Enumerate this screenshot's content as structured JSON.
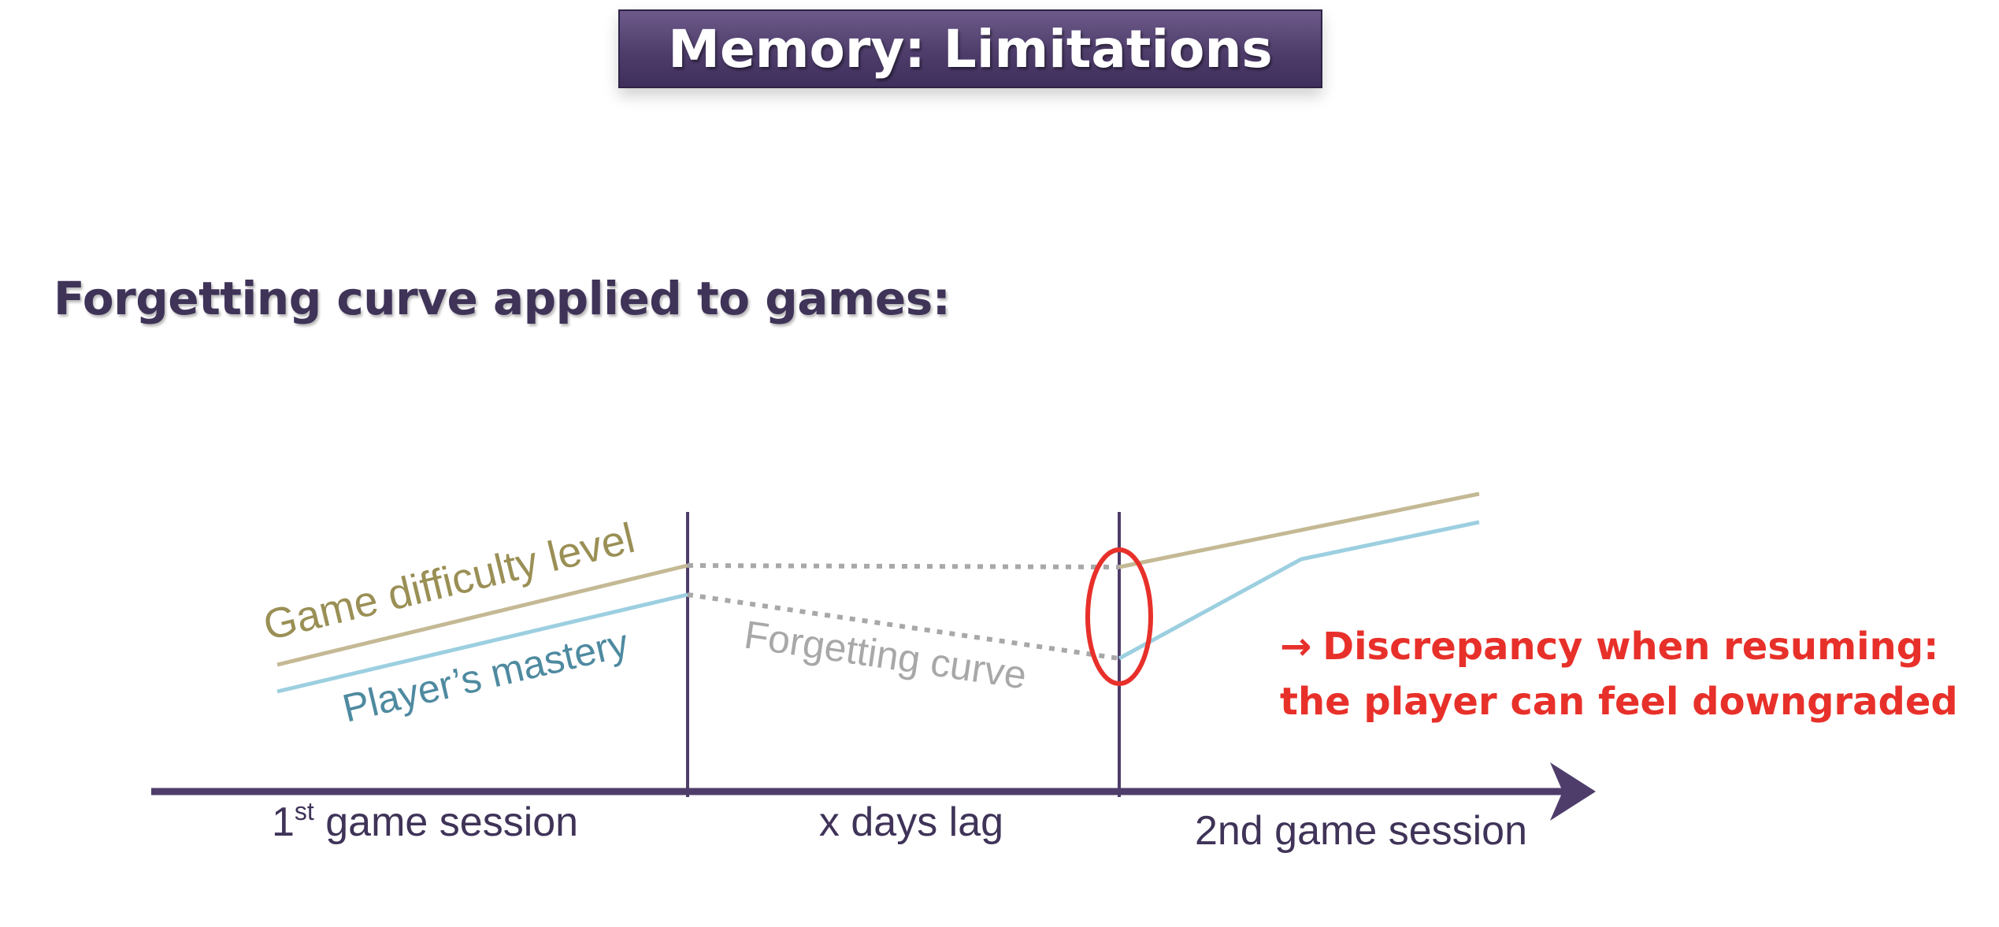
{
  "slide": {
    "title": "Memory: Limitations",
    "subtitle": "Forgetting curve applied to games:"
  },
  "diagram": {
    "curves": {
      "difficulty": "Game difficulty level",
      "mastery": "Player’s mastery",
      "forgetting": "Forgetting curve"
    },
    "sessions": {
      "first_number": "1",
      "first_suffix": "st",
      "first_rest": " game session",
      "lag": "x days lag",
      "second": "2nd game session"
    },
    "conclusion": {
      "arrow": "→",
      "line1": "Discrepancy when resuming:",
      "line2": "the player can feel downgraded"
    }
  },
  "colors": {
    "title_bg": "#4e3d6b",
    "text_dark": "#3f3358",
    "axis": "#4e3d6b",
    "difficulty": "#c4b994",
    "difficulty_label": "#9a8f55",
    "mastery": "#9ccfe0",
    "mastery_label": "#4e8aa0",
    "forgetting": "#a8a8a8",
    "highlight": "#e8302a"
  }
}
